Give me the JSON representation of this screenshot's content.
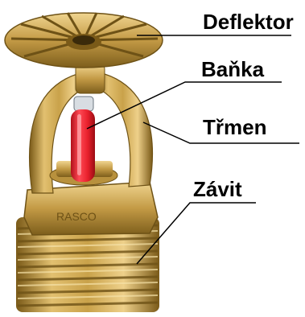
{
  "labels": {
    "deflektor": "Deflektor",
    "banka": "Baňka",
    "trmen": "Třmen",
    "zavit": "Závit"
  },
  "device_stamp": "RASCO",
  "colors": {
    "brass_light": "#e8c77a",
    "brass_mid": "#c9a24a",
    "brass_dark": "#8a6a22",
    "bulb_red": "#e8202c",
    "leader_line": "#000000"
  }
}
